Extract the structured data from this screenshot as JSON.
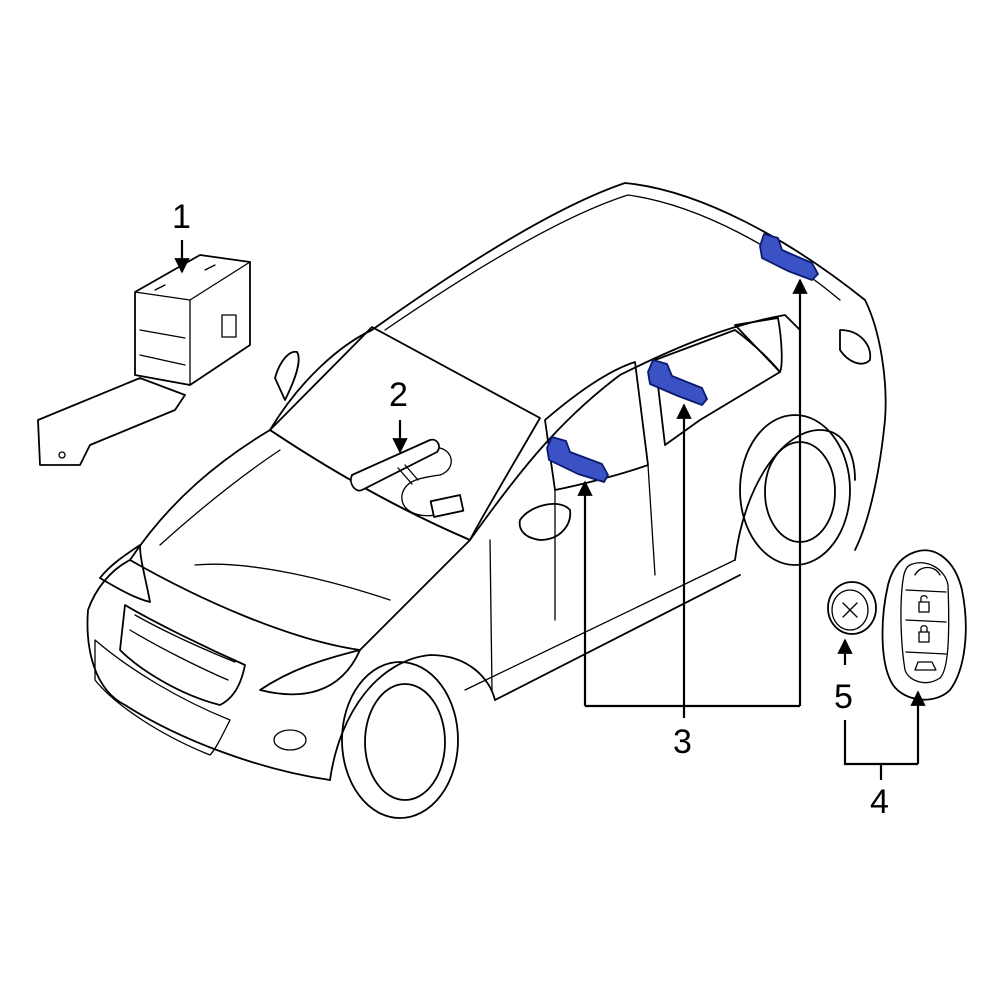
{
  "callouts": {
    "c1": "1",
    "c2": "2",
    "c3": "3",
    "c4": "4",
    "c5": "5"
  },
  "colors": {
    "highlight_fill": "#3a52c4",
    "highlight_stroke": "#0a1a6e",
    "line": "#000000",
    "background": "#ffffff"
  },
  "icons": {
    "key_fob_buttons": [
      "logo-icon",
      "unlock-icon",
      "lock-icon",
      "trunk-icon"
    ]
  }
}
